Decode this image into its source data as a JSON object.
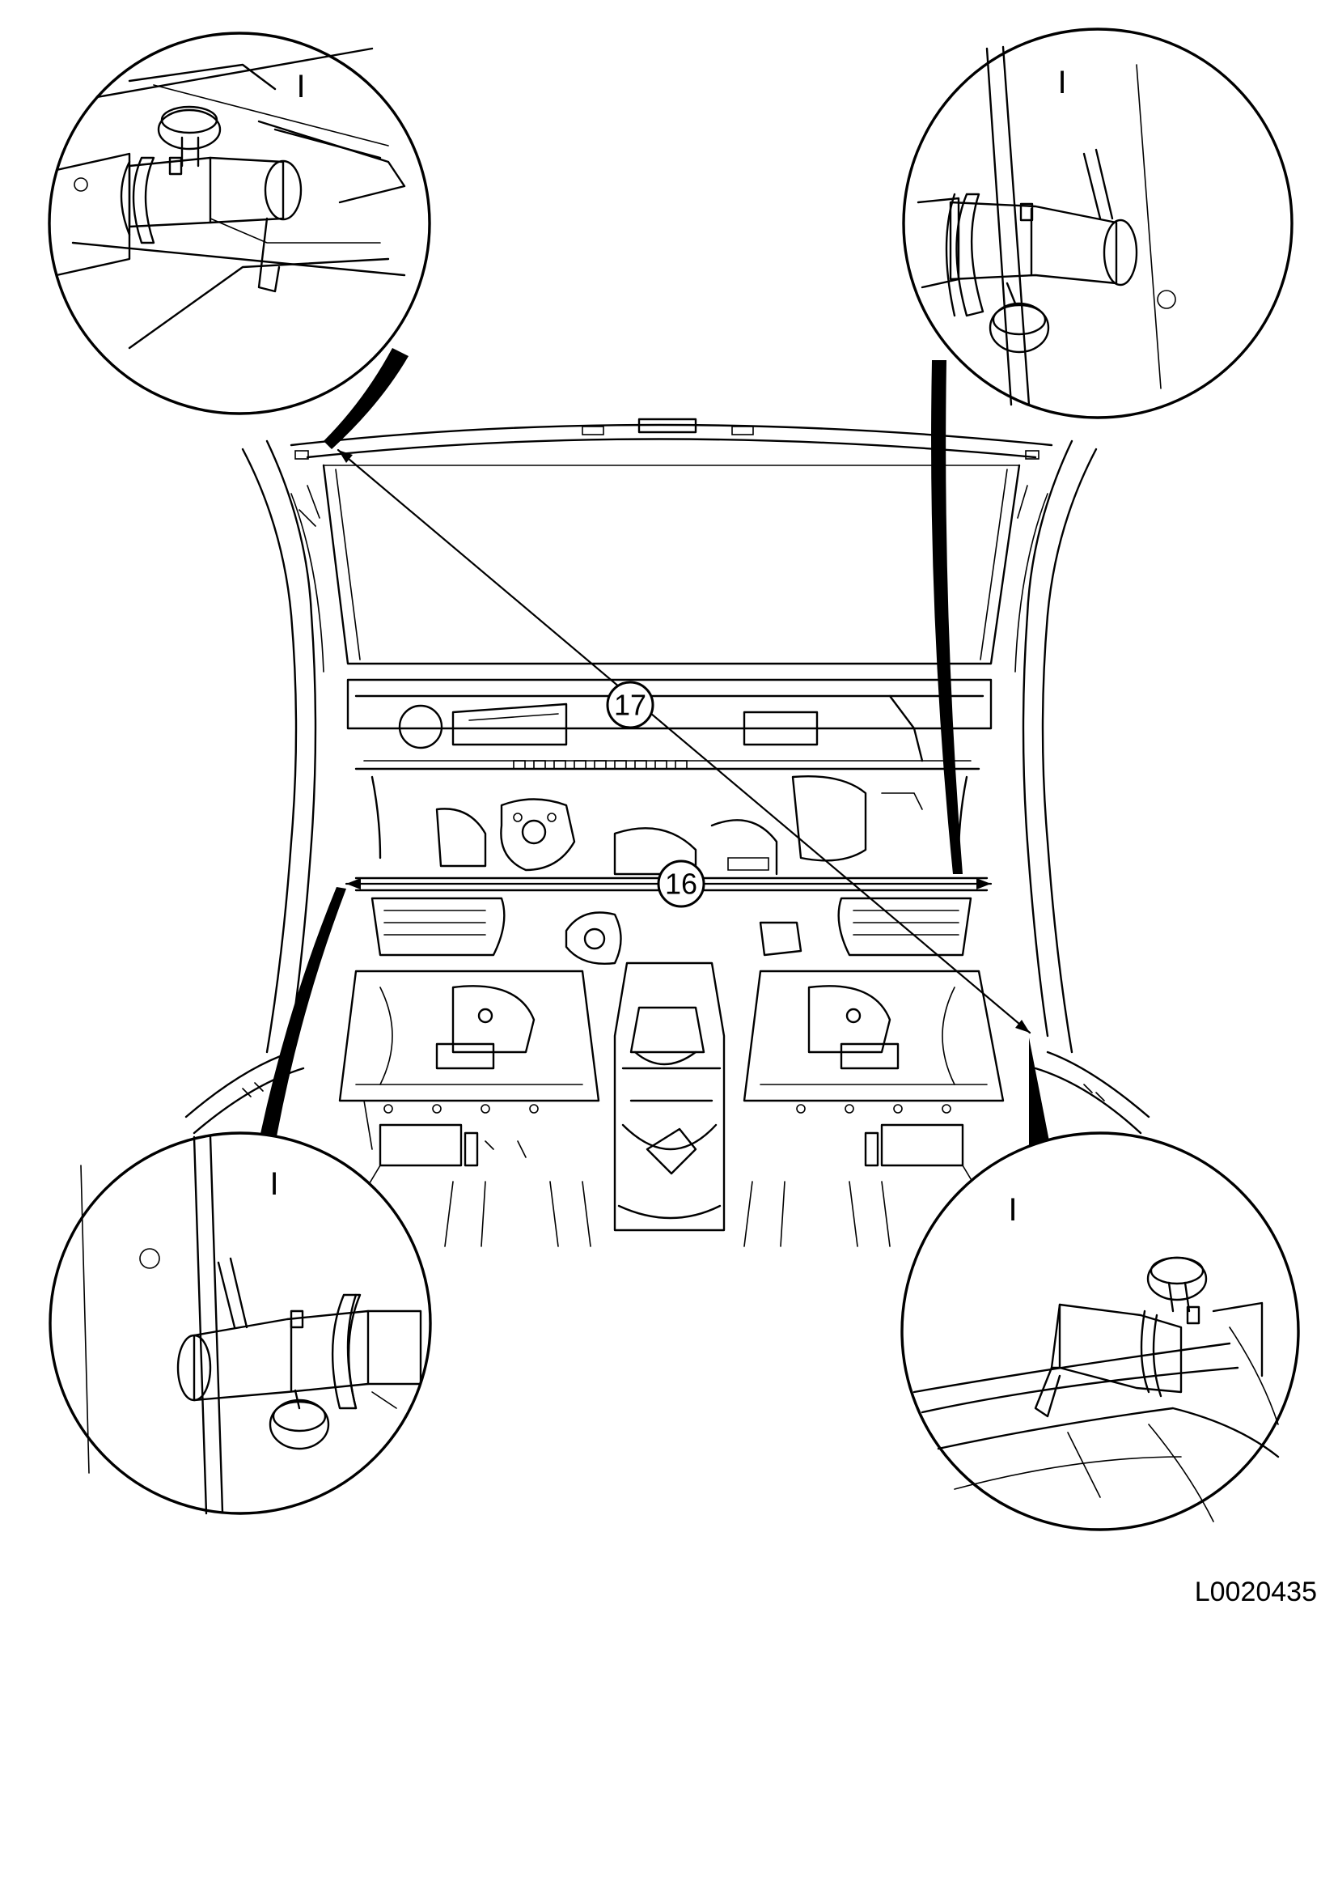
{
  "diagram": {
    "callouts": [
      {
        "id": "17",
        "label": "17"
      },
      {
        "id": "16",
        "label": "16"
      }
    ],
    "detail_views": [
      {
        "position": "top-left",
        "label": "I"
      },
      {
        "position": "top-right",
        "label": "I"
      },
      {
        "position": "bottom-left",
        "label": "I"
      },
      {
        "position": "bottom-right",
        "label": "I"
      }
    ],
    "figure_id": "L0020435"
  }
}
